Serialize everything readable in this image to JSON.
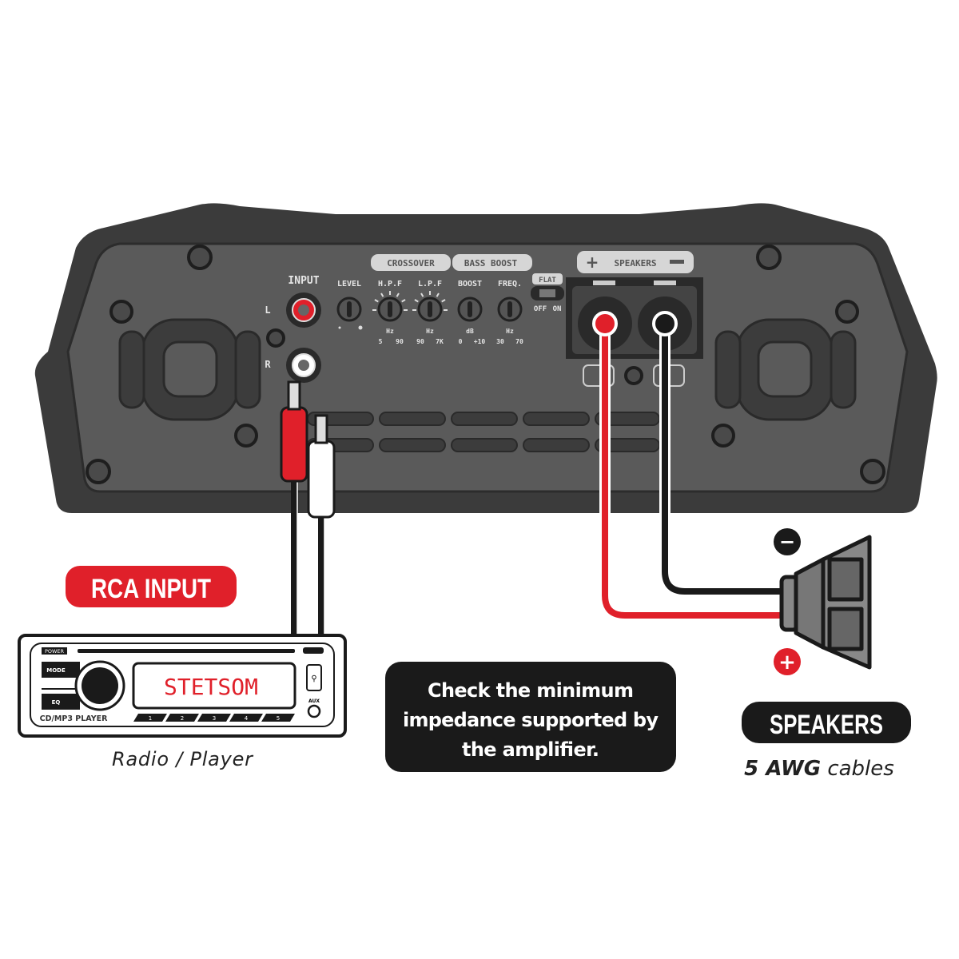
{
  "amplifier": {
    "input_label": "INPUT",
    "channel_l": "L",
    "channel_r": "R",
    "crossover_label": "CROSSOVER",
    "bass_boost_label": "BASS BOOST",
    "speakers_label": "SPEAKERS",
    "flat_label": "FLAT",
    "switch_off": "OFF",
    "switch_on": "ON",
    "knobs": [
      {
        "label": "LEVEL",
        "unit": "",
        "min": "",
        "max": ""
      },
      {
        "label": "H.P.F",
        "unit": "Hz",
        "min": "5",
        "max": "90"
      },
      {
        "label": "L.P.F",
        "unit": "Hz",
        "min": "90",
        "max": "7K"
      },
      {
        "label": "BOOST",
        "unit": "dB",
        "min": "0",
        "max": "+10"
      },
      {
        "label": "FREQ.",
        "unit": "Hz",
        "min": "30",
        "max": "70"
      }
    ],
    "colors": {
      "body": "#3b3b3b",
      "panel": "#5a5a5a",
      "positive": "#e0202a",
      "negative": "#1a1a1a"
    }
  },
  "radio": {
    "power": "POWER",
    "mode": "MODE",
    "eq": "EQ",
    "display": "STETSOM",
    "model": "CD/MP3 PLAYER",
    "aux": "AUX",
    "presets": [
      "1",
      "2",
      "3",
      "4",
      "5"
    ],
    "caption": "Radio / Player"
  },
  "labels": {
    "rca_input": "RCA INPUT",
    "note": [
      "Check the minimum",
      "impedance supported by",
      "the amplifier."
    ],
    "speakers": "SPEAKERS",
    "cable_gauge": "5 AWG",
    "cable_suffix": "cables",
    "minus_sign": "−",
    "plus_sign": "+"
  }
}
